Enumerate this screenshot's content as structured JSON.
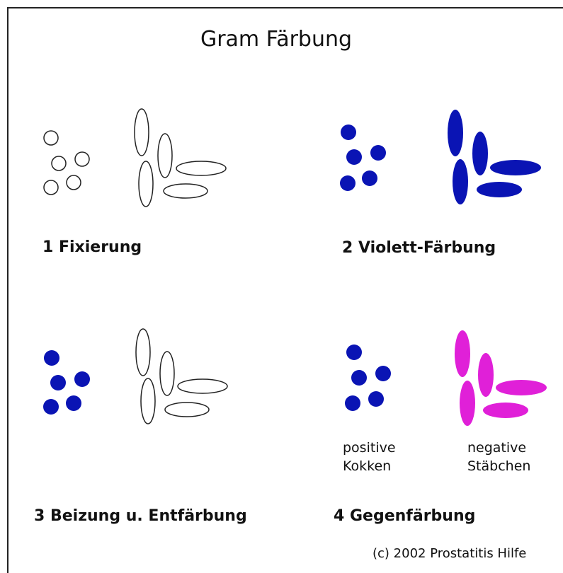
{
  "title": "Gram Färbung",
  "steps": [
    {
      "label": "1 Fixierung"
    },
    {
      "label": "2 Violett-Färbung"
    },
    {
      "label": "3 Beizung u. Entfärbung"
    },
    {
      "label": "4 Gegenfärbung"
    }
  ],
  "captions": {
    "positive_line1": "positive",
    "positive_line2": "Kokken",
    "negative_line1": "negative",
    "negative_line2": "Stäbchen"
  },
  "copyright": "(c) 2002 Prostatitis Hilfe",
  "colors": {
    "unstained": "#ffffff",
    "violet_stain": "#0a14b4",
    "counter_stain": "#e020d8",
    "outline": "#222222"
  }
}
